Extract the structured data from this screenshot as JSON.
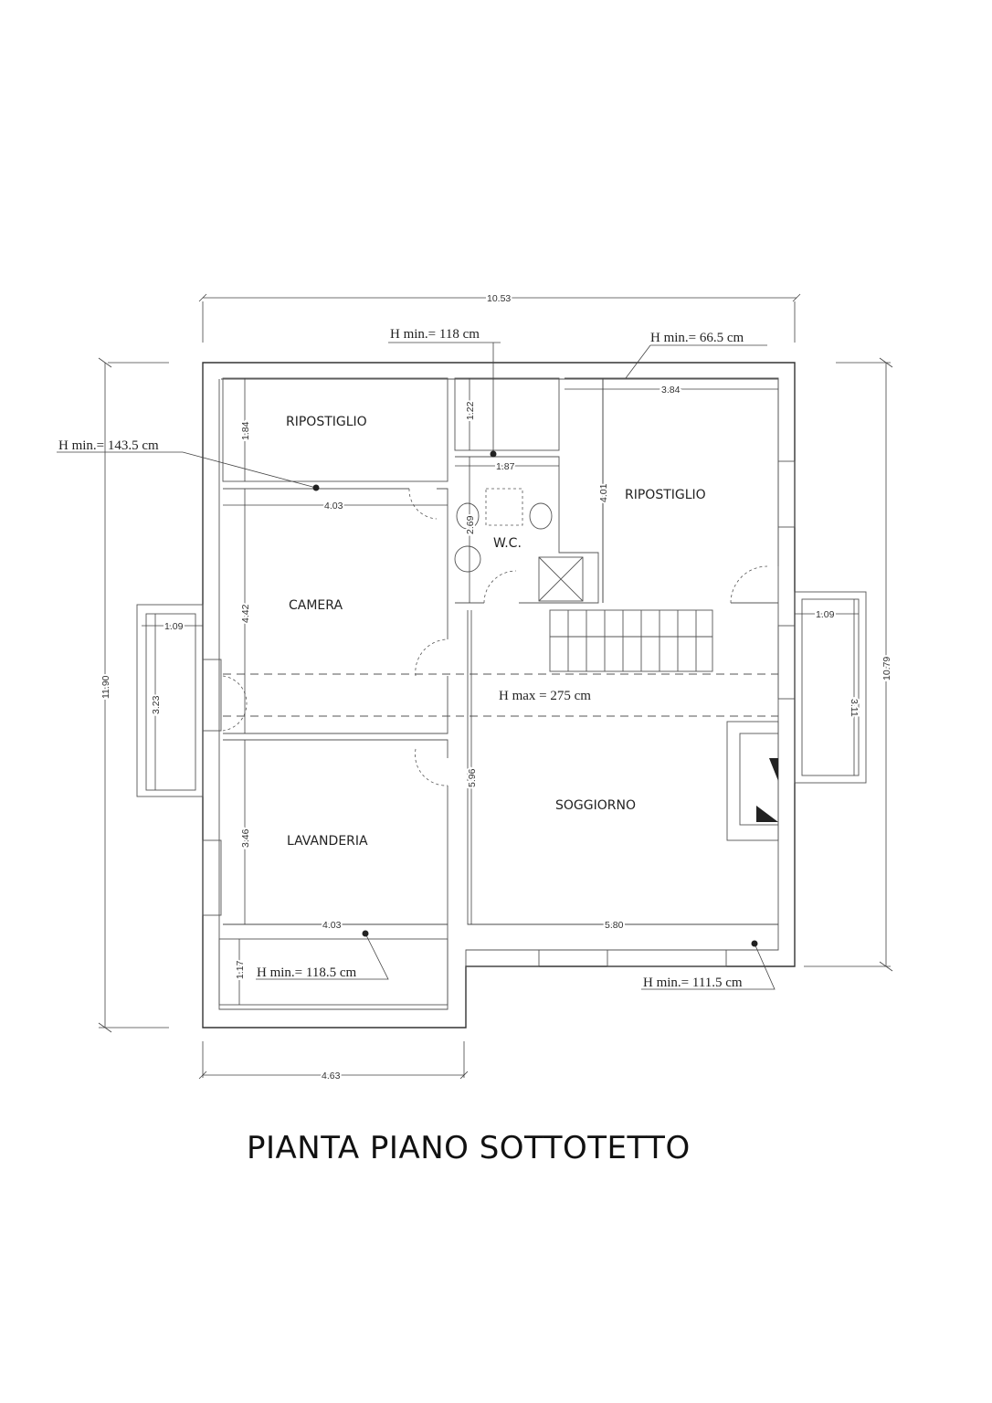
{
  "title": "PIANTA PIANO SOTTOTETTO",
  "rooms": {
    "ripostiglio_left": "RIPOSTIGLIO",
    "ripostiglio_right": "RIPOSTIGLIO",
    "wc": "W.C.",
    "camera": "CAMERA",
    "lavanderia": "LAVANDERIA",
    "soggiorno": "SOGGIORNO"
  },
  "heights": {
    "h_118": "H min.= 118 cm",
    "h_66_5": "H min.= 66.5 cm",
    "h_143_5": "H min.= 143.5 cm",
    "h_max": "H max = 275 cm",
    "h_118_5": "H min.= 118.5 cm",
    "h_111_5": "H min.= 111.5 cm"
  },
  "dimensions": {
    "overall_width": "10.53",
    "overall_height_left": "11.90",
    "overall_height_right": "10.79",
    "bottom_width": "4.63",
    "ripostiglio_left_height": "1.84",
    "camera_width": "4.03",
    "camera_height": "4.42",
    "wc_top_height": "1.22",
    "wc_width": "1.87",
    "wc_height": "2.69",
    "ripostiglio_right_width": "3.84",
    "ripostiglio_right_height": "4.01",
    "left_balcony_width": "1.09",
    "left_balcony_height": "3.23",
    "right_balcony_width": "1.09",
    "right_balcony_height": "3.11",
    "lavanderia_height": "3.46",
    "lavanderia_width": "4.03",
    "soggiorno_height": "5.96",
    "soggiorno_width": "5.80",
    "balcony_bottom_height": "1.17"
  }
}
